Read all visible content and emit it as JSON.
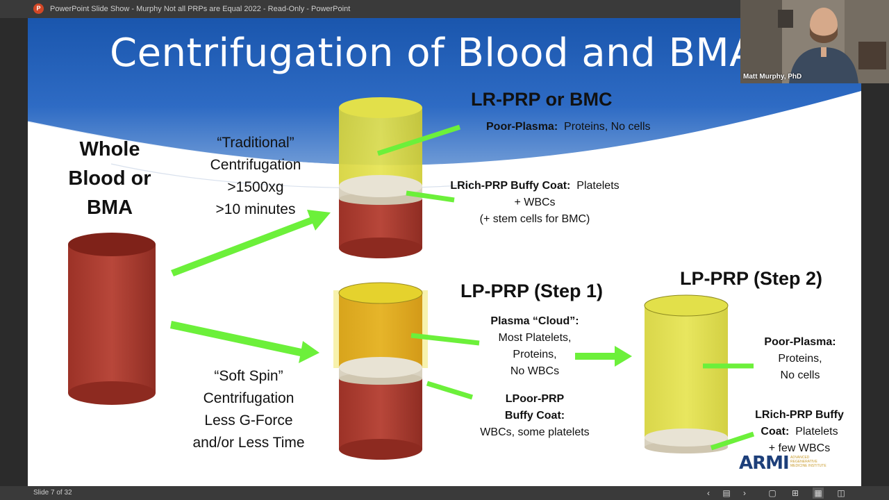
{
  "window": {
    "app_icon": "powerpoint-icon",
    "title": "PowerPoint Slide Show  -  Murphy Not all PRPs are Equal 2022  -  Read-Only  -  PowerPoint"
  },
  "slide": {
    "title": "Centrifugation of Blood and BMA",
    "whole_blood": [
      "Whole",
      "Blood or",
      "BMA"
    ],
    "traditional": [
      "“Traditional”",
      "Centrifugation",
      ">1500xg",
      ">10 minutes"
    ],
    "soft_spin": [
      "“Soft Spin”",
      "Centrifugation",
      "Less G-Force",
      "and/or Less Time"
    ],
    "lr_prp": {
      "heading": "LR-PRP or BMC",
      "poor_plasma_bold": "Poor-Plasma:",
      "poor_plasma_text": "Proteins, No cells",
      "buffy_bold": "LRich-PRP Buffy Coat:",
      "buffy_text": "Platelets",
      "buffy_line2": "+ WBCs",
      "buffy_line3": "(+ stem cells for BMC)"
    },
    "lp_step1": {
      "heading": "LP-PRP (Step 1)",
      "cloud_bold": "Plasma  “Cloud”:",
      "cloud_lines": [
        "Most Platelets,",
        "Proteins,",
        "No WBCs"
      ],
      "buffy_bold1": "LPoor-PRP",
      "buffy_bold2": "Buffy Coat:",
      "buffy_text": "WBCs, some platelets"
    },
    "lp_step2": {
      "heading": "LP-PRP (Step 2)",
      "poor_bold": "Poor-Plasma:",
      "poor_lines": [
        "Proteins,",
        "No cells"
      ],
      "buffy_bold1": "LRich-PRP Buffy",
      "buffy_bold2": "Coat:",
      "buffy_text": "Platelets",
      "buffy_line3": "+ few WBCs"
    },
    "logo": {
      "text": "ARMI",
      "subtitle": [
        "ADVANCED",
        "REGENERATIVE",
        "MEDICINE INSTITUTE"
      ]
    }
  },
  "webcam": {
    "name": "Matt Murphy, PhD"
  },
  "status": {
    "slide_label": "Slide 7 of 32",
    "icons": [
      "previous-icon",
      "slide-menu-icon",
      "next-icon",
      "normal-view-icon",
      "slide-sorter-icon",
      "reading-view-icon",
      "slideshow-icon"
    ]
  },
  "colors": {
    "title_band": "#1f5bb0",
    "arrow_green": "#6cf03a",
    "blood_red": "#a83a2c",
    "plasma_yellow": "#d8d43c",
    "buffy_beige": "#e2dccb"
  }
}
